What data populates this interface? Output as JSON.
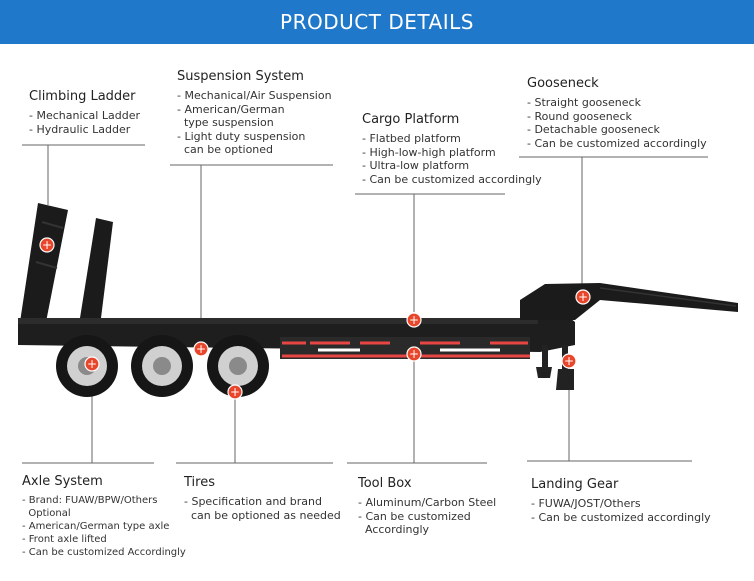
{
  "banner": {
    "title": "PRODUCT DETAILS",
    "color": "#1f78c9"
  },
  "marker_color": "#e8462a",
  "sections": {
    "climbing_ladder": {
      "title": "Climbing Ladder",
      "items": [
        "- Mechanical Ladder",
        "- Hydraulic Ladder"
      ]
    },
    "suspension_system": {
      "title": "Suspension System",
      "items": [
        "- Mechanical/Air Suspension",
        "- American/German",
        "  type suspension",
        "- Light duty suspension",
        "  can be optioned"
      ]
    },
    "cargo_platform": {
      "title": "Cargo Platform",
      "items": [
        "- Flatbed platform",
        "- High-low-high platform",
        "- Ultra-low platform",
        "- Can be customized accordingly"
      ]
    },
    "gooseneck": {
      "title": "Gooseneck",
      "items": [
        "- Straight gooseneck",
        "- Round gooseneck",
        "- Detachable gooseneck",
        "- Can be customized accordingly"
      ]
    },
    "axle_system": {
      "title": "Axle System",
      "items": [
        "- Brand: FUAW/BPW/Others",
        "  Optional",
        "- American/German type axle",
        "- Front axle lifted",
        "- Can be customized Accordingly"
      ]
    },
    "tires": {
      "title": "Tires",
      "items": [
        "- Specification and brand",
        "  can be optioned as needed"
      ]
    },
    "tool_box": {
      "title": "Tool Box",
      "items": [
        "- Aluminum/Carbon Steel",
        "- Can be customized",
        "  Accordingly"
      ]
    },
    "landing_gear": {
      "title": "Landing Gear",
      "items": [
        "- FUWA/JOST/Others",
        "- Can be customized accordingly"
      ]
    }
  }
}
